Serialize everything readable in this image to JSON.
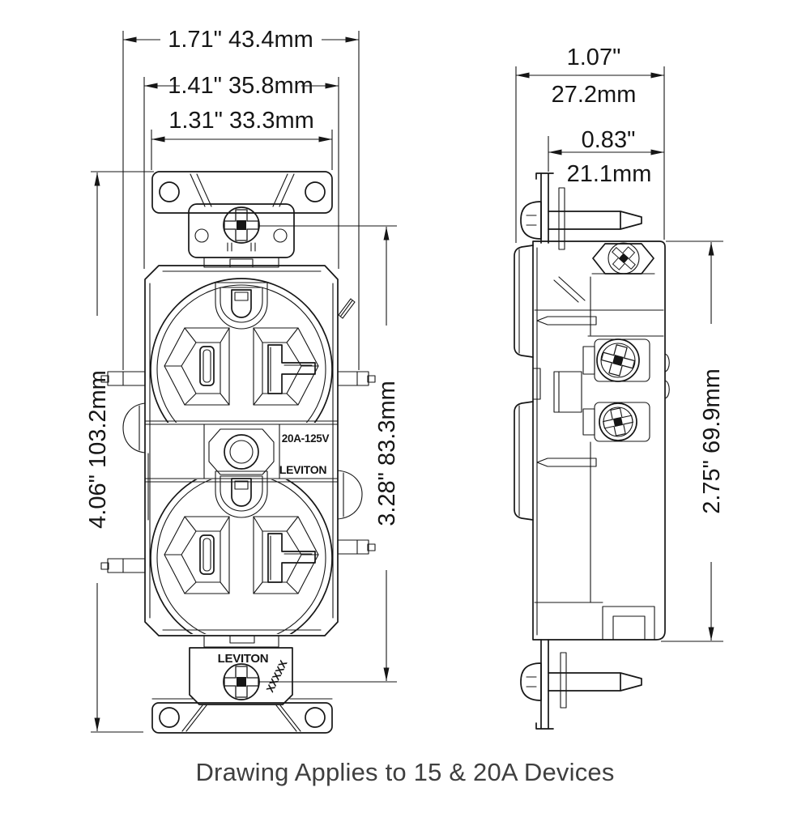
{
  "caption": "Drawing Applies to 15 & 20A Devices",
  "front_view": {
    "labels": {
      "rating": "20A-125V",
      "brand": "LEVITON",
      "brand_bottom": "LEVITON",
      "catalog_placeholder": "XXXXX"
    },
    "dimensions": {
      "overall_width": "1.71\" 43.4mm",
      "flange_width": "1.41\" 35.8mm",
      "strap_width": "1.31\" 33.3mm",
      "overall_height": "4.06\" 103.2mm",
      "mounting_hole_spacing": "3.28\" 83.3mm"
    }
  },
  "side_view": {
    "dimensions": {
      "overall_depth_in": "1.07\"",
      "overall_depth_mm": "27.2mm",
      "body_depth_in": "0.83\"",
      "body_depth_mm": "21.1mm",
      "body_height": "2.75\" 69.9mm"
    }
  },
  "colors": {
    "line": "#161616",
    "caption_text": "#3f3f3f",
    "background": "#ffffff"
  }
}
